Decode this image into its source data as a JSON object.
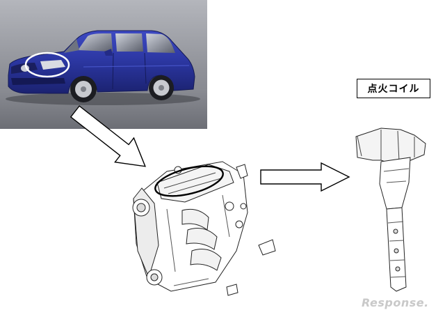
{
  "coil_label": "点火コイル",
  "watermark": "Response.",
  "colors": {
    "car_body": "#2f3aa6",
    "photo_background": "#9a9ca3",
    "highlight_ellipse": "#ffffff",
    "outline_ellipse": "#000000"
  },
  "icons": {
    "car": "car-photo",
    "engine": "engine-line-drawing",
    "coil": "ignition-coil-line-drawing",
    "arrows": "hollow-arrow"
  }
}
